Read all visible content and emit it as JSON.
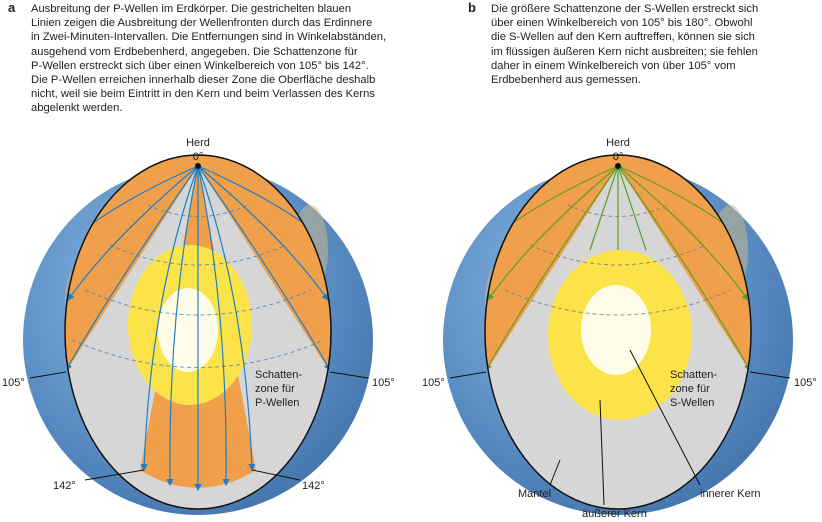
{
  "panel_a": {
    "letter": "a",
    "caption": "Ausbreitung der P-Wellen im Erdkörper. Die gestrichelten blauen\nLinien zeigen die Ausbreitung der Wellenfronten durch das Erdinnere\nin Zwei-Minuten-Intervallen. Die Entfernungen sind in Winkelabständen,\nausgehend vom Erdbebenherd, angegeben. Die Schattenzone für\nP-Wellen erstreckt sich über einen Winkelbereich von 105° bis 142°.\nDie P-Wellen erreichen innerhalb dieser Zone die Oberfläche deshalb\nnicht, weil sie beim Eintritt in den Kern und beim Verlassen des Kerns\nabgelenkt werden.",
    "herd": "Herd",
    "zero": "0°",
    "angle_left_105": "105°",
    "angle_right_105": "105°",
    "angle_left_142": "142°",
    "angle_right_142": "142°",
    "shadow_1": "Schatten-",
    "shadow_2": "zone für",
    "shadow_3": "P-Wellen"
  },
  "panel_b": {
    "letter": "b",
    "caption": "Die größere Schattenzone der S-Wellen erstreckt sich\nüber einen Winkelbereich von 105° bis 180°. Obwohl\ndie S-Wellen auf den Kern auftreffen, können sie sich\nim flüssigen äußeren Kern nicht ausbreiten; sie fehlen\ndaher in einem Winkelbereich von über 105° vom\nErdbebenherd aus gemessen.",
    "herd": "Herd",
    "zero": "0°",
    "angle_left_105": "105°",
    "angle_right_105": "105°",
    "shadow_1": "Schatten-",
    "shadow_2": "zone für",
    "shadow_3": "S-Wellen",
    "label_mantel": "Mantel",
    "label_outer_core": "äußerer Kern",
    "label_inner_core": "innerer Kern"
  },
  "colors": {
    "ocean": "#5b8fc4",
    "mantle": "#f0a04b",
    "shadow_gray": "#c9c9c9",
    "outer_core": "#fde34a",
    "inner_core": "#fffde8",
    "p_wave": "#1f7fc4",
    "s_wave": "#5e9e2a"
  }
}
